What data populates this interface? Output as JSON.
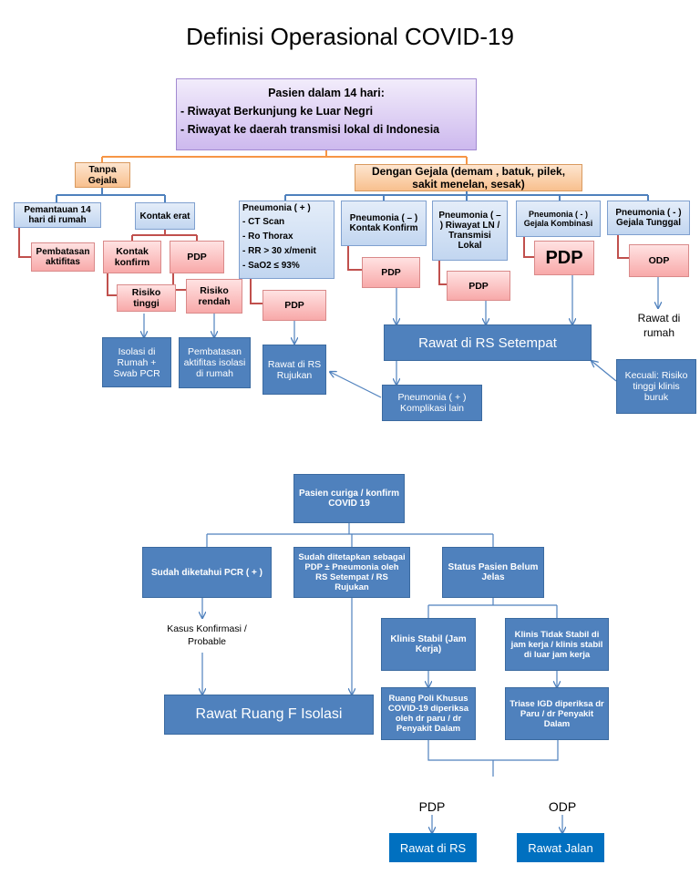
{
  "title": "Definisi Operasional COVID-19",
  "top": {
    "header": "Pasien dalam 14 hari:",
    "items": [
      "- Riwayat Berkunjung ke Luar Negri",
      "- Riwayat ke daerah transmisi lokal di Indonesia"
    ],
    "tanpa_gejala": "Tanpa Gejala",
    "dengan_gejala": "Dengan Gejala (demam , batuk, pilek, sakit menelan, sesak)",
    "pemantauan": "Pemantauan 14 hari di rumah",
    "pembatasan_aktifitas": "Pembatasan aktifitas",
    "kontak_erat": "Kontak erat",
    "kontak_konfirm": "Kontak konfirm",
    "pdp_kontak": "PDP",
    "risiko_tinggi": "Risiko tinggi",
    "risiko_rendah": "Risiko rendah",
    "isolasi_rumah": "Isolasi di Rumah + Swab PCR",
    "pembatasan_isolasi": "Pembatasan aktifitas isolasi di rumah",
    "pneumonia_plus": {
      "header": "Pneumonia ( + )",
      "items": [
        "- CT Scan",
        "- Ro Thorax",
        "- RR > 30 x/menit",
        "- SaO2 ≤ 93%"
      ]
    },
    "pdp_pneumonia": "PDP",
    "rawat_rujukan": "Rawat di RS Rujukan",
    "pneumonia_kontak": "Pneumonia ( – ) Kontak Konfirm",
    "pdp_pk": "PDP",
    "pneumonia_riwayat": "Pneumonia ( – ) Riwayat LN / Transmisi Lokal",
    "pdp_pr": "PDP",
    "pneumonia_kombinasi": "Pneumonia ( - ) Gejala Kombinasi",
    "pdp_big": "PDP",
    "pneumonia_tunggal": "Pneumonia ( - ) Gejala Tunggal",
    "odp": "ODP",
    "rawat_rumah": "Rawat di rumah",
    "rawat_setempat": "Rawat di RS Setempat",
    "komplikasi": "Pneumonia ( + ) Komplikasi lain",
    "kecuali": "Kecuali: Risiko tinggi klinis buruk"
  },
  "bottom": {
    "pasien_curiga": "Pasien curiga / konfirm COVID 19",
    "pcr": "Sudah diketahui PCR ( + )",
    "ditetapkan": "Sudah ditetapkan sebagai PDP ± Pneumonia oleh RS Setempat / RS Rujukan",
    "belum_jelas": "Status Pasien Belum Jelas",
    "kasus_konfirmasi": "Kasus Konfirmasi / Probable",
    "rawat_isolasi": "Rawat Ruang F Isolasi",
    "klinis_stabil": "Klinis Stabil (Jam Kerja)",
    "klinis_tidak_stabil": "Klinis Tidak Stabil di jam kerja / klinis stabil di luar jam kerja",
    "ruang_poli": "Ruang Poli Khusus COVID-19 diperiksa oleh dr paru / dr Penyakit Dalam",
    "triase": "Triase IGD diperiksa dr Paru / dr Penyakit Dalam",
    "pdp": "PDP",
    "odp": "ODP",
    "rawat_rs": "Rawat di RS",
    "rawat_jalan": "Rawat Jalan"
  }
}
